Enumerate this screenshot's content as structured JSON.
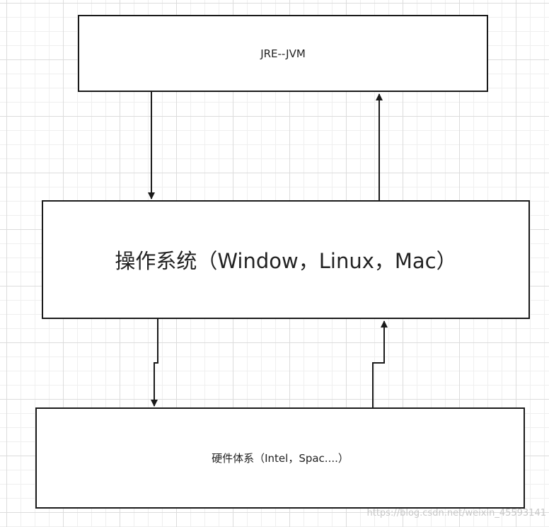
{
  "diagram": {
    "boxes": {
      "jre": {
        "label": "JRE--JVM"
      },
      "os": {
        "label": "操作系统（Window，Linux，Mac）"
      },
      "hardware": {
        "label": "硬件体系（Intel，Spac....）"
      }
    },
    "connectors": [
      {
        "from": "jre",
        "to": "os"
      },
      {
        "from": "os",
        "to": "jre"
      },
      {
        "from": "os",
        "to": "hardware"
      },
      {
        "from": "hardware",
        "to": "os"
      }
    ]
  },
  "watermark": {
    "text": "https://blog.csdn.net/weixin_45593141"
  },
  "colors": {
    "line": "#1a1a1a",
    "grid": "#dcdcdc",
    "background": "#ffffff"
  }
}
